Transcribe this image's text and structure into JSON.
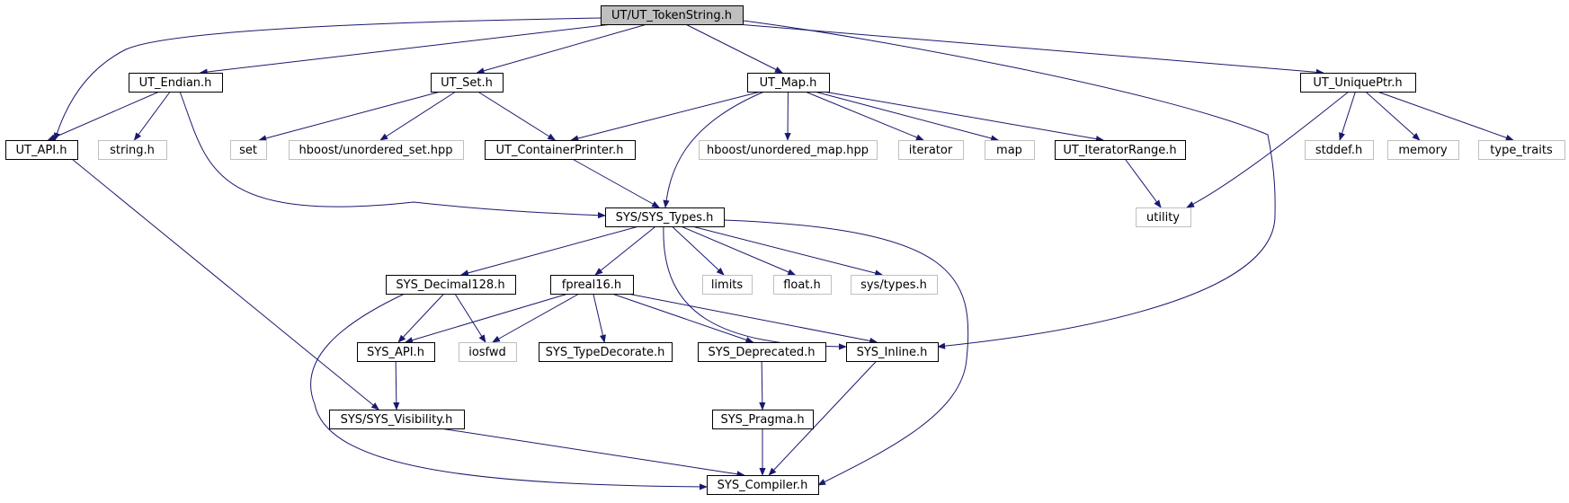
{
  "colors": {
    "edge": "#191970",
    "node_border": "#000000",
    "external_border": "#bfbfbf",
    "root_fill": "#bfbfbf",
    "node_fill": "#ffffff",
    "text": "#000000"
  },
  "nodes": [
    {
      "id": "root",
      "label": "UT/UT_TokenString.h",
      "kind": "root"
    },
    {
      "id": "ut_endian",
      "label": "UT_Endian.h",
      "kind": "header"
    },
    {
      "id": "ut_set",
      "label": "UT_Set.h",
      "kind": "header"
    },
    {
      "id": "ut_map",
      "label": "UT_Map.h",
      "kind": "header"
    },
    {
      "id": "ut_uniqueptr",
      "label": "UT_UniquePtr.h",
      "kind": "header"
    },
    {
      "id": "ut_api",
      "label": "UT_API.h",
      "kind": "header"
    },
    {
      "id": "string_h",
      "label": "string.h",
      "kind": "external"
    },
    {
      "id": "set",
      "label": "set",
      "kind": "external"
    },
    {
      "id": "hb_uset",
      "label": "hboost/unordered_set.hpp",
      "kind": "external"
    },
    {
      "id": "ut_cprinter",
      "label": "UT_ContainerPrinter.h",
      "kind": "header"
    },
    {
      "id": "hb_umap",
      "label": "hboost/unordered_map.hpp",
      "kind": "external"
    },
    {
      "id": "iterator",
      "label": "iterator",
      "kind": "external"
    },
    {
      "id": "map",
      "label": "map",
      "kind": "external"
    },
    {
      "id": "ut_iterrange",
      "label": "UT_IteratorRange.h",
      "kind": "header"
    },
    {
      "id": "stddef",
      "label": "stddef.h",
      "kind": "external"
    },
    {
      "id": "memory",
      "label": "memory",
      "kind": "external"
    },
    {
      "id": "type_traits",
      "label": "type_traits",
      "kind": "external"
    },
    {
      "id": "sys_types",
      "label": "SYS/SYS_Types.h",
      "kind": "header"
    },
    {
      "id": "utility",
      "label": "utility",
      "kind": "external"
    },
    {
      "id": "sys_dec128",
      "label": "SYS_Decimal128.h",
      "kind": "header"
    },
    {
      "id": "fpreal16",
      "label": "fpreal16.h",
      "kind": "header"
    },
    {
      "id": "limits",
      "label": "limits",
      "kind": "external"
    },
    {
      "id": "float_h",
      "label": "float.h",
      "kind": "external"
    },
    {
      "id": "sys_types_h",
      "label": "sys/types.h",
      "kind": "external"
    },
    {
      "id": "sys_api",
      "label": "SYS_API.h",
      "kind": "header"
    },
    {
      "id": "iosfwd",
      "label": "iosfwd",
      "kind": "external"
    },
    {
      "id": "sys_typedec",
      "label": "SYS_TypeDecorate.h",
      "kind": "header"
    },
    {
      "id": "sys_deprec",
      "label": "SYS_Deprecated.h",
      "kind": "header"
    },
    {
      "id": "sys_inline",
      "label": "SYS_Inline.h",
      "kind": "header"
    },
    {
      "id": "sys_vis",
      "label": "SYS/SYS_Visibility.h",
      "kind": "header"
    },
    {
      "id": "sys_pragma",
      "label": "SYS_Pragma.h",
      "kind": "header"
    },
    {
      "id": "sys_compiler",
      "label": "SYS_Compiler.h",
      "kind": "header"
    }
  ],
  "edges": [
    [
      "root",
      "ut_api"
    ],
    [
      "root",
      "ut_endian"
    ],
    [
      "root",
      "ut_set"
    ],
    [
      "root",
      "ut_map"
    ],
    [
      "root",
      "sys_inline"
    ],
    [
      "root",
      "ut_uniqueptr"
    ],
    [
      "ut_endian",
      "ut_api"
    ],
    [
      "ut_endian",
      "string_h"
    ],
    [
      "ut_endian",
      "sys_types"
    ],
    [
      "ut_set",
      "set"
    ],
    [
      "ut_set",
      "hb_uset"
    ],
    [
      "ut_set",
      "ut_cprinter"
    ],
    [
      "ut_map",
      "ut_cprinter"
    ],
    [
      "ut_map",
      "sys_types"
    ],
    [
      "ut_map",
      "hb_umap"
    ],
    [
      "ut_map",
      "iterator"
    ],
    [
      "ut_map",
      "map"
    ],
    [
      "ut_map",
      "ut_iterrange"
    ],
    [
      "ut_uniqueptr",
      "utility"
    ],
    [
      "ut_uniqueptr",
      "stddef"
    ],
    [
      "ut_uniqueptr",
      "memory"
    ],
    [
      "ut_uniqueptr",
      "type_traits"
    ],
    [
      "ut_api",
      "sys_vis"
    ],
    [
      "ut_cprinter",
      "sys_types"
    ],
    [
      "ut_iterrange",
      "utility"
    ],
    [
      "sys_types",
      "sys_dec128"
    ],
    [
      "sys_types",
      "fpreal16"
    ],
    [
      "sys_types",
      "limits"
    ],
    [
      "sys_types",
      "float_h"
    ],
    [
      "sys_types",
      "sys_types_h"
    ],
    [
      "sys_types",
      "sys_inline"
    ],
    [
      "sys_types",
      "sys_compiler"
    ],
    [
      "sys_dec128",
      "sys_api"
    ],
    [
      "sys_dec128",
      "iosfwd"
    ],
    [
      "sys_dec128",
      "sys_compiler"
    ],
    [
      "fpreal16",
      "sys_api"
    ],
    [
      "fpreal16",
      "iosfwd"
    ],
    [
      "fpreal16",
      "sys_typedec"
    ],
    [
      "fpreal16",
      "sys_deprec"
    ],
    [
      "fpreal16",
      "sys_inline"
    ],
    [
      "sys_api",
      "sys_vis"
    ],
    [
      "sys_deprec",
      "sys_pragma"
    ],
    [
      "sys_inline",
      "sys_compiler"
    ],
    [
      "sys_vis",
      "sys_compiler"
    ],
    [
      "sys_pragma",
      "sys_compiler"
    ]
  ]
}
